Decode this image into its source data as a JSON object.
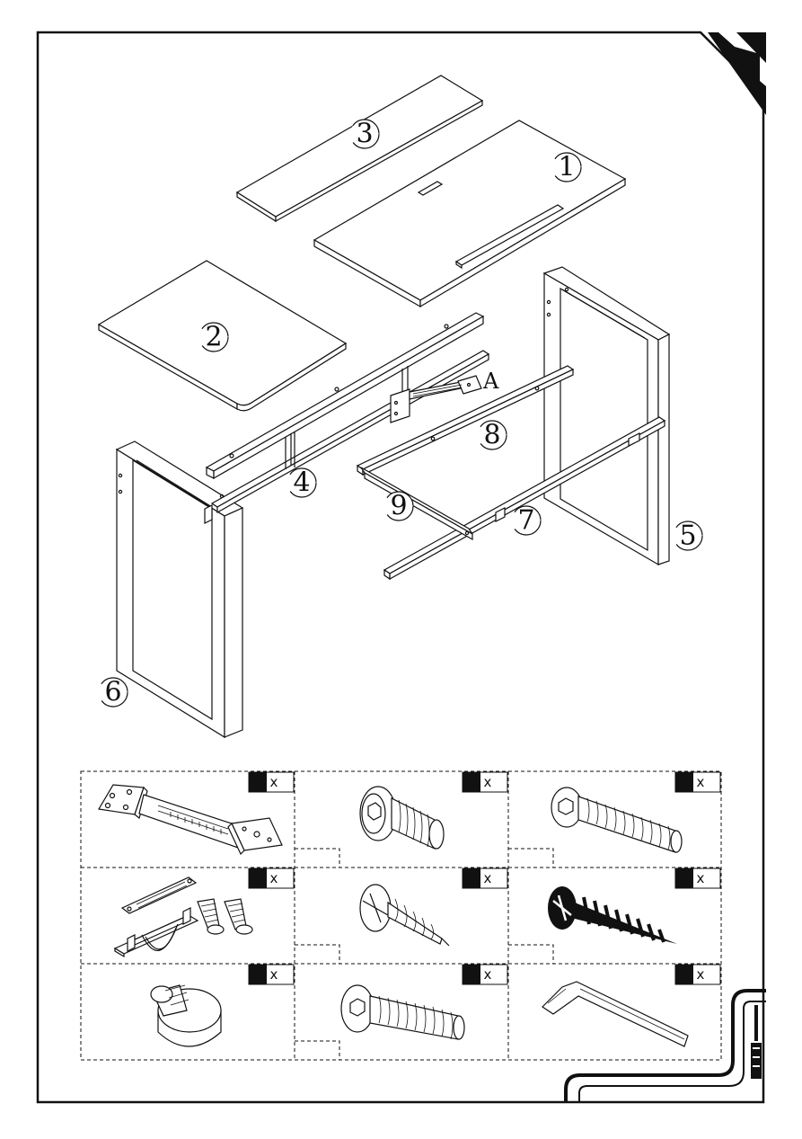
{
  "diagram": {
    "part_labels": [
      "1",
      "2",
      "3",
      "4",
      "5",
      "6",
      "7",
      "8",
      "9"
    ],
    "bracket_label": "A"
  },
  "hardware": {
    "qty_marker": "x",
    "items": [
      {
        "icon": "corner-bracket-icon"
      },
      {
        "icon": "hex-socket-bolt-short-icon"
      },
      {
        "icon": "hex-socket-bolt-long-icon"
      },
      {
        "icon": "cam-lock-plate-icon"
      },
      {
        "icon": "phillips-wood-screw-icon"
      },
      {
        "icon": "phillips-long-wood-screw-icon"
      },
      {
        "icon": "adjustable-foot-icon"
      },
      {
        "icon": "hex-socket-bolt-medium-icon"
      },
      {
        "icon": "allen-key-icon"
      }
    ]
  }
}
